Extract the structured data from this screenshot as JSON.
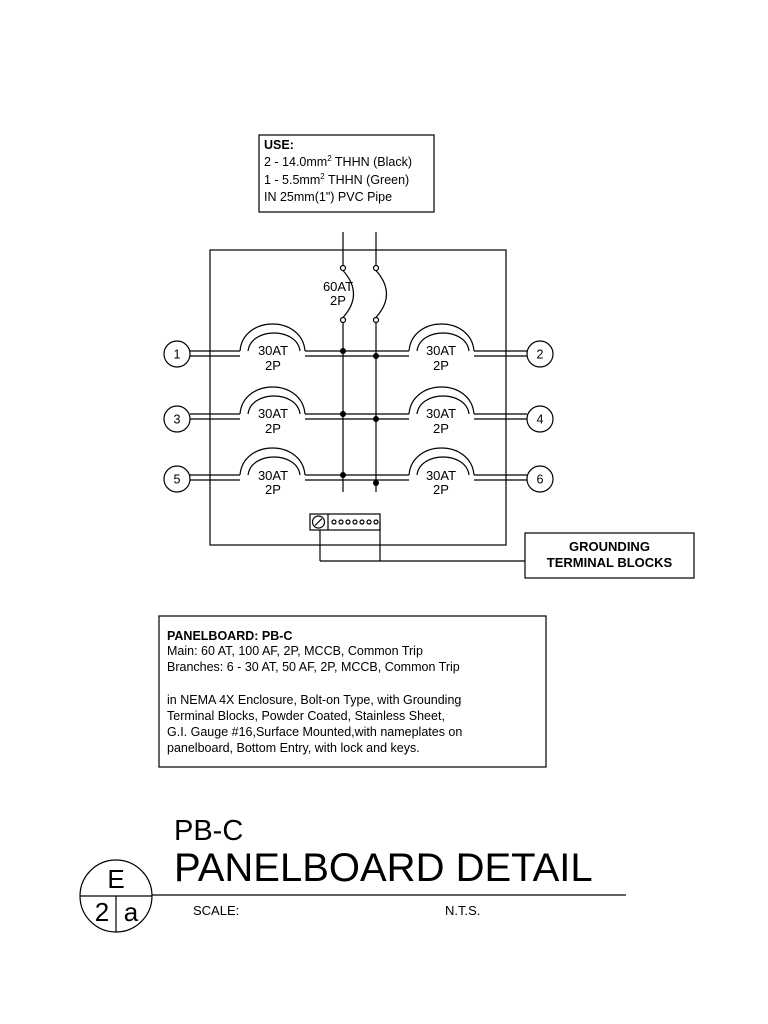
{
  "use_note": {
    "header": "USE:",
    "line1_main": "2 - 14.0mm",
    "line1_sup": "2",
    "line1_rest": " THHN (Black)",
    "line2_main": "1 -  5.5mm",
    "line2_sup": "2",
    "line2_rest": " THHN (Green)",
    "line3": "IN   25mm(1\") PVC Pipe"
  },
  "main_breaker": {
    "rating": "60AT",
    "poles": "2P"
  },
  "branch_breakers": [
    {
      "rating": "30AT",
      "poles": "2P"
    },
    {
      "rating": "30AT",
      "poles": "2P"
    },
    {
      "rating": "30AT",
      "poles": "2P"
    },
    {
      "rating": "30AT",
      "poles": "2P"
    },
    {
      "rating": "30AT",
      "poles": "2P"
    },
    {
      "rating": "30AT",
      "poles": "2P"
    }
  ],
  "circuits": [
    "1",
    "2",
    "3",
    "4",
    "5",
    "6"
  ],
  "grounding_label": {
    "line1": "GROUNDING",
    "line2": "TERMINAL BLOCKS"
  },
  "spec_note": {
    "heading": "PANELBOARD: PB-C",
    "lines": [
      "Main: 60 AT, 100 AF, 2P, MCCB, Common Trip",
      "Branches: 6 - 30 AT, 50 AF, 2P, MCCB, Common Trip",
      "in NEMA 4X Enclosure, Bolt-on Type, with Grounding",
      "Terminal Blocks, Powder Coated, Stainless Sheet,",
      "G.I. Gauge #16,Surface Mounted,with nameplates on",
      "panelboard, Bottom Entry, with lock and keys."
    ]
  },
  "title_block": {
    "code": "PB-C",
    "title": "PANELBOARD DETAIL",
    "scale_label": "SCALE:",
    "scale_value": "N.T.S."
  },
  "section_marker": {
    "sheet": "E",
    "number": "2",
    "letter": "a"
  }
}
